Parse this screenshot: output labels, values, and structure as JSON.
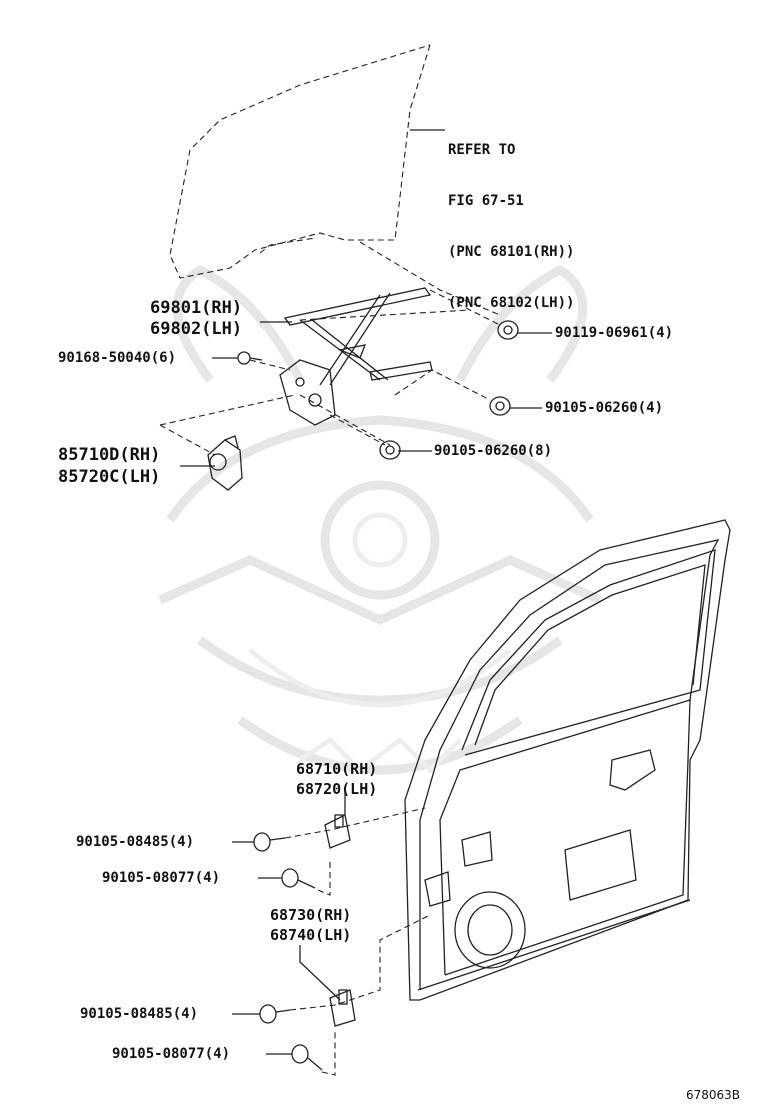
{
  "refer_note": {
    "line1": "REFER TO",
    "line2": "FIG 67-51",
    "line3": "(PNC 68101(RH))",
    "line4": "(PNC 68102(LH))"
  },
  "parts": {
    "regulator_rh": "69801(RH)",
    "regulator_lh": "69802(LH)",
    "bolt_top_right": "90119-06961(4)",
    "bolt_left": "90168-50040(6)",
    "bolt_mid_right": "90105-06260(4)",
    "bolt_lower_right": "90105-06260(8)",
    "motor_rh": "85710D(RH)",
    "motor_lh": "85720C(LH)",
    "upper_hinge_rh": "68710(RH)",
    "upper_hinge_lh": "68720(LH)",
    "upper_hinge_bolt_a": "90105-08485(4)",
    "upper_hinge_bolt_b": "90105-08077(4)",
    "lower_hinge_rh": "68730(RH)",
    "lower_hinge_lh": "68740(LH)",
    "lower_hinge_bolt_a": "90105-08485(4)",
    "lower_hinge_bolt_b": "90105-08077(4)"
  },
  "figure_code": "678063B"
}
